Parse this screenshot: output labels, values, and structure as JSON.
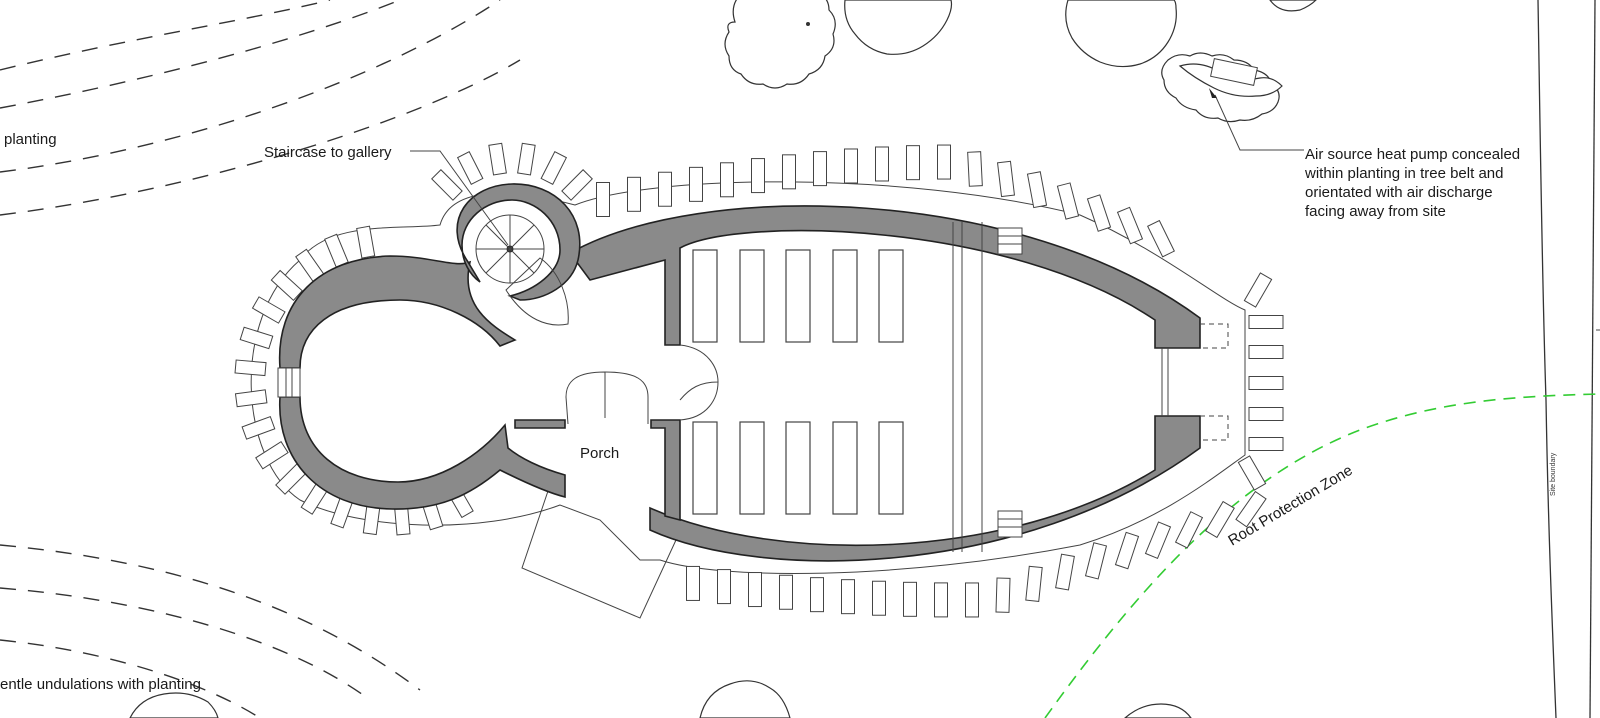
{
  "labels": {
    "planting": "planting",
    "staircase": "Staircase to gallery",
    "porch": "Porch",
    "heat_pump": [
      "Air source heat pump concealed",
      "within planting in tree belt and",
      "orientated with air discharge",
      "facing away from site"
    ],
    "root_zone": "Root Protection Zone",
    "undulations": "entle undulations with planting",
    "site_boundary": "Site boundary"
  }
}
